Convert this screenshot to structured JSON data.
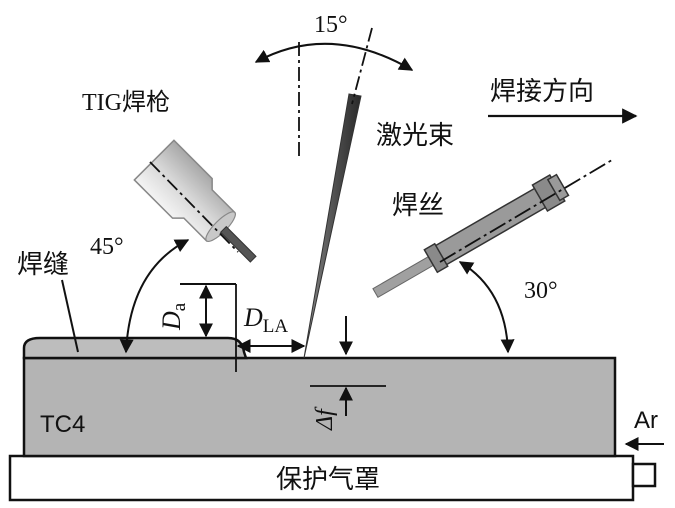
{
  "labels": {
    "tig_torch": "TIG焊枪",
    "laser_beam": "激光束",
    "welding_direction": "焊接方向",
    "weld_seam": "焊缝",
    "filler_wire": "焊丝",
    "material": "TC4",
    "shield_box": "保护气罩",
    "gas": "Ar"
  },
  "angles": {
    "laser_tilt": "15°",
    "torch_angle": "45°",
    "wire_angle": "30°"
  },
  "dimensions": {
    "arc_height_main": "D",
    "arc_height_sub": "a",
    "laser_arc_dist_main": "D",
    "laser_arc_dist_sub": "LA",
    "defocus": "Δf"
  },
  "colors": {
    "workpiece": "#b4b4b4",
    "laser": "#5a5a5a",
    "torch_body": "#dcdcdc",
    "wire_tube": "#9a9a9a",
    "lines": "#111111"
  }
}
